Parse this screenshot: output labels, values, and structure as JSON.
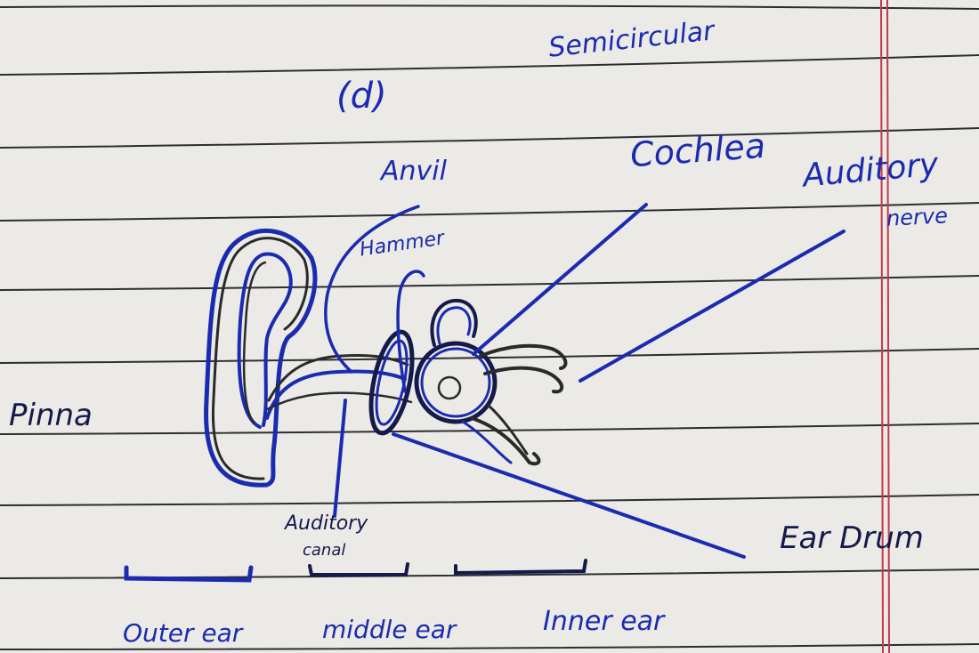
{
  "diagram": {
    "part_label": "(d)",
    "labels": {
      "semicircular": "Semicircular",
      "anvil": "Anvil",
      "cochlea": "Cochlea",
      "auditory_nerve_line1": "Auditory",
      "auditory_nerve_line2": "nerve",
      "hammer": "Hammer",
      "pinna": "Pinna",
      "auditory_canal_line1": "Auditory",
      "auditory_canal_line2": "canal",
      "ear_drum": "Ear Drum"
    },
    "regions": {
      "outer_ear": "Outer ear",
      "middle_ear": "middle ear",
      "inner_ear": "Inner ear"
    }
  },
  "colors": {
    "paper": "#eceae6",
    "ruled_line": "#2c2c34",
    "margin_line": "#c23a4a",
    "ink_blue": "#1a2bb0",
    "ink_dark": "#141a4a",
    "pencil": "#3a3a3a"
  }
}
